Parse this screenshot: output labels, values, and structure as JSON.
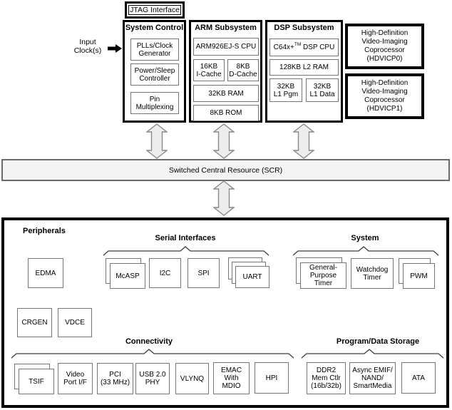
{
  "top": {
    "input_clock": {
      "lines": [
        "Input",
        "Clock(s)"
      ]
    },
    "jtag": {
      "label": "JTAG Interface"
    },
    "system_control": {
      "title": "System Control",
      "blocks": [
        {
          "lines": [
            "PLLs/Clock",
            "Generator"
          ]
        },
        {
          "lines": [
            "Power/Sleep",
            "Controller"
          ]
        },
        {
          "lines": [
            "Pin",
            "Multiplexing"
          ]
        }
      ]
    },
    "arm": {
      "title": "ARM Subsystem",
      "cpu": "ARM926EJ-S CPU",
      "icache": {
        "lines": [
          "16KB",
          "I-Cache"
        ]
      },
      "dcache": {
        "lines": [
          "8KB",
          "D-Cache"
        ]
      },
      "ram": "32KB RAM",
      "rom": "8KB ROM"
    },
    "dsp": {
      "title": "DSP Subsystem",
      "cpu_base": "C64x+",
      "cpu_tm": "TM",
      "cpu_rest": "DSP CPU",
      "l2": "128KB L2 RAM",
      "l1p": {
        "lines": [
          "32KB",
          "L1 Pgm"
        ]
      },
      "l1d": {
        "lines": [
          "32KB",
          "L1 Data"
        ]
      }
    },
    "hdvicp0": {
      "lines": [
        "High-Definition",
        "Video-Imaging",
        "Coprocessor",
        "(HDVICP0)"
      ]
    },
    "hdvicp1": {
      "lines": [
        "High-Definition",
        "Video-Imaging",
        "Coprocessor",
        "(HDVICP1)"
      ]
    }
  },
  "scr": {
    "label": "Switched Central Resource (SCR)"
  },
  "peripherals": {
    "title": "Peripherals",
    "serial_title": "Serial Interfaces",
    "system_title": "System",
    "connectivity_title": "Connectivity",
    "storage_title": "Program/Data Storage",
    "edma": "EDMA",
    "mcasp": "McASP",
    "i2c": "I2C",
    "spi": "SPI",
    "uart": "UART",
    "gp_timer": {
      "lines": [
        "General-",
        "Purpose",
        "Timer"
      ]
    },
    "watchdog": {
      "lines": [
        "Watchdog",
        "Timer"
      ]
    },
    "pwm": "PWM",
    "crgen": "CRGEN",
    "vdce": "VDCE",
    "tsif": "TSIF",
    "video_port": {
      "lines": [
        "Video",
        "Port I/F"
      ]
    },
    "pci": {
      "lines": [
        "PCI",
        "(33 MHz)"
      ]
    },
    "usb": {
      "lines": [
        "USB 2.0",
        "PHY"
      ]
    },
    "vlynq": "VLYNQ",
    "emac": {
      "lines": [
        "EMAC",
        "With",
        "MDIO"
      ]
    },
    "hpi": "HPI",
    "ddr2": {
      "lines": [
        "DDR2",
        "Mem Ctlr",
        "(16b/32b)"
      ]
    },
    "async_emif": {
      "lines": [
        "Async EMIF/",
        "NAND/",
        "SmartMedia"
      ]
    },
    "ata": "ATA"
  },
  "colors": {
    "box_border_gray": "#757575",
    "outline_black": "#000000",
    "arrow_fill": "#ededed",
    "arrow_stroke": "#8a8a8a",
    "scr_fill": "#f4f4f4",
    "background": "#ffffff"
  }
}
